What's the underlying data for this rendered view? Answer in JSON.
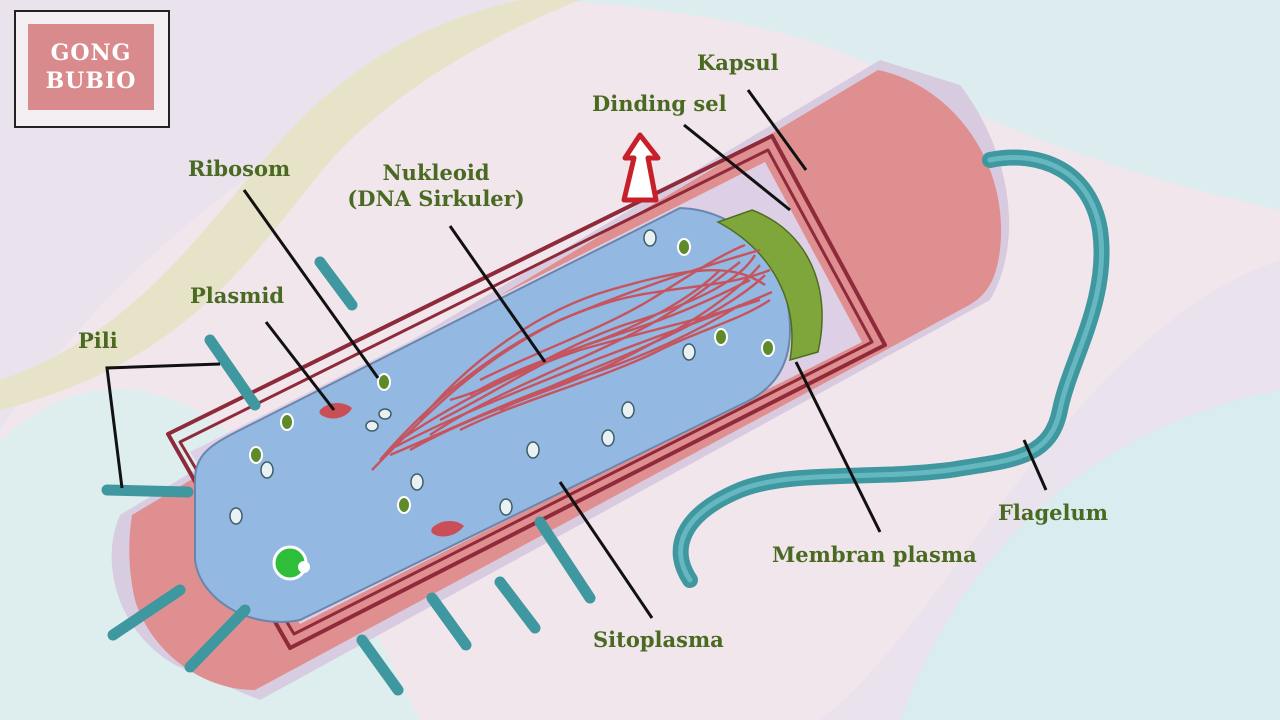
{
  "logo": {
    "line1": "GONG",
    "line2": "BUBIO"
  },
  "labels": {
    "kapsul": "Kapsul",
    "dinding_sel": "Dinding sel",
    "ribosom": "Ribosom",
    "nukleoid_line1": "Nukleoid",
    "nukleoid_line2": "(DNA Sirkuler)",
    "plasmid": "Plasmid",
    "pili": "Pili",
    "flagelum": "Flagelum",
    "membran_plasma": "Membran plasma",
    "sitoplasma": "Sitoplasma"
  },
  "colors": {
    "label_text": "#4a6a22",
    "capsule": "#df8f90",
    "cell_wall": "#8e2a3a",
    "cytoplasm": "#93b8e2",
    "dna": "#c94f57",
    "plasma_membrane": "#7ea63a",
    "pili_flagellum": "#3f97a0",
    "arrow": "#c8202a"
  }
}
